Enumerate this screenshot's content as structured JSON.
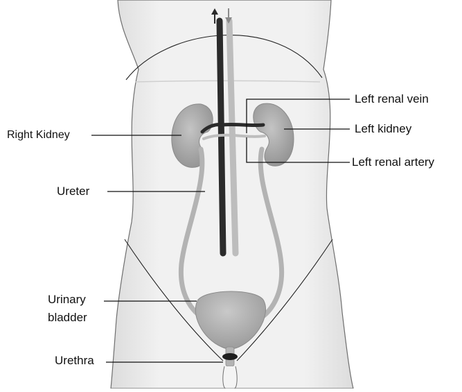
{
  "diagram": {
    "labels": {
      "left_renal_vein": "Left renal vein",
      "left_kidney": "Left kidney",
      "left_renal_artery": "Left renal artery",
      "right_kidney": "Right  Kidney",
      "ureter": "Ureter",
      "urinary_bladder_line1": "Urinary",
      "urinary_bladder_line2": "bladder",
      "urethra": "Urethra"
    },
    "colors": {
      "body_fill": "#ececec",
      "body_outline": "#6e6e6e",
      "organ_fill": "#a9a9a9",
      "organ_dark": "#8a8a8a",
      "vessel_dark": "#2b2b2b",
      "vessel_light": "#bdbdbd",
      "ureter_color": "#b3b3b3",
      "leader_line": "#111111"
    }
  }
}
